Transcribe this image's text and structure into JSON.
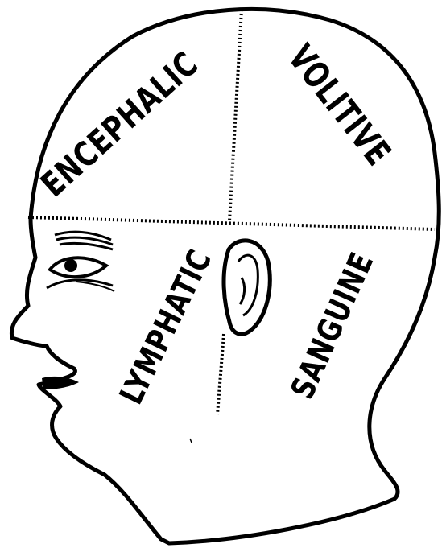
{
  "diagram": {
    "regions": {
      "encephalic": "ENCEPHALIC",
      "volitive": "VOLITIVE",
      "lymphatic": "LYMPHATIC",
      "sanguine": "SANGUINE"
    },
    "colors": {
      "ink": "#000000",
      "paper": "#ffffff"
    }
  }
}
